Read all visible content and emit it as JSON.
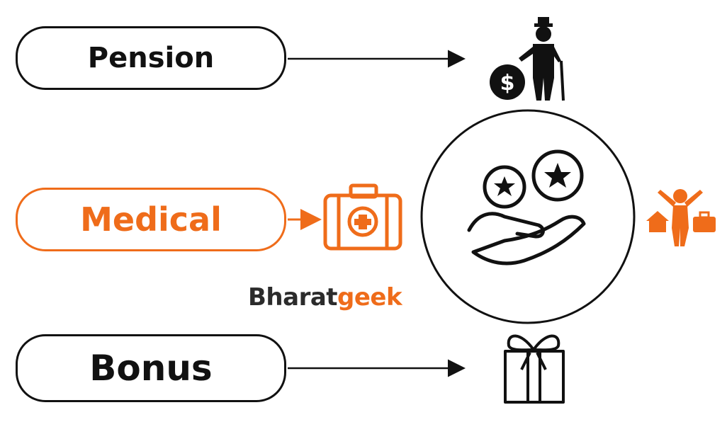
{
  "items": {
    "pension": "Pension",
    "medical": "Medical",
    "bonus": "Bonus"
  },
  "logo": {
    "part1": "Bharat",
    "part2": "geek"
  },
  "colors": {
    "accent": "#ef6c1a",
    "ink": "#111111"
  },
  "icons": {
    "pension": "elderly-man-dollar-coin-icon",
    "medical": "medical-kit-icon",
    "center": "hand-holding-star-coins-icon",
    "right": "person-house-briefcase-icon",
    "bonus": "gift-box-icon"
  }
}
